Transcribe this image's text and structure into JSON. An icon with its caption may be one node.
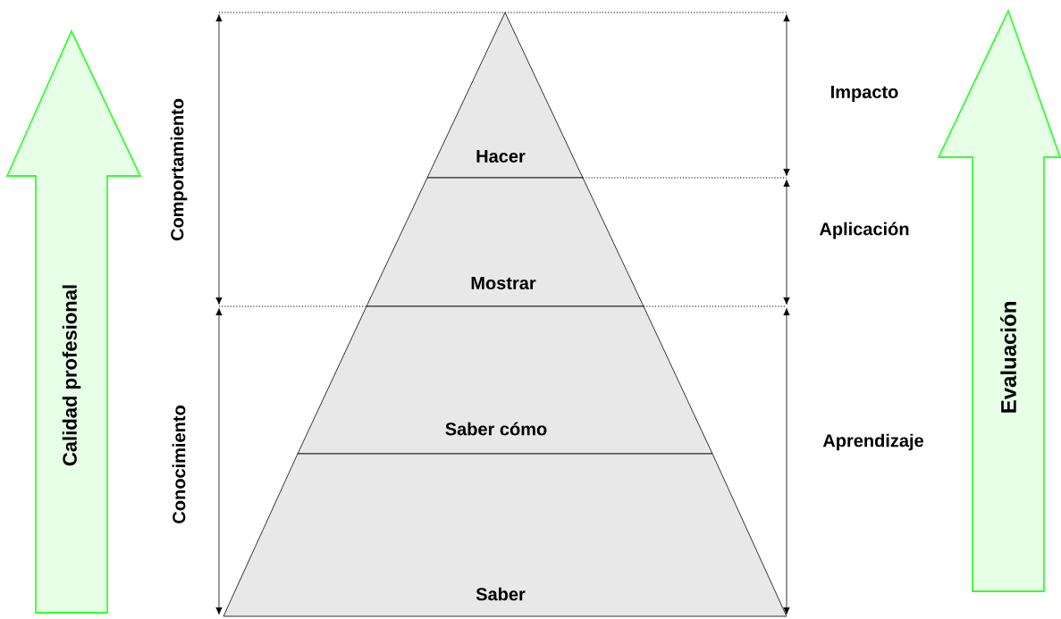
{
  "diagram": {
    "nodes": [
      {
        "text": [
          "Calidad profesional"
        ]
      },
      {
        "text": [
          "Hacer"
        ]
      },
      {
        "text": [
          "Mostrar"
        ]
      },
      {
        "text": [
          "Saber cómo"
        ]
      },
      {
        "text": [
          "Saber"
        ]
      },
      {
        "text": [
          "Evaluación"
        ]
      }
    ],
    "labels": [
      "Comportamiento",
      "Impacto",
      "Aplicación",
      "Conocimiento",
      "Aprendizaje"
    ]
  }
}
